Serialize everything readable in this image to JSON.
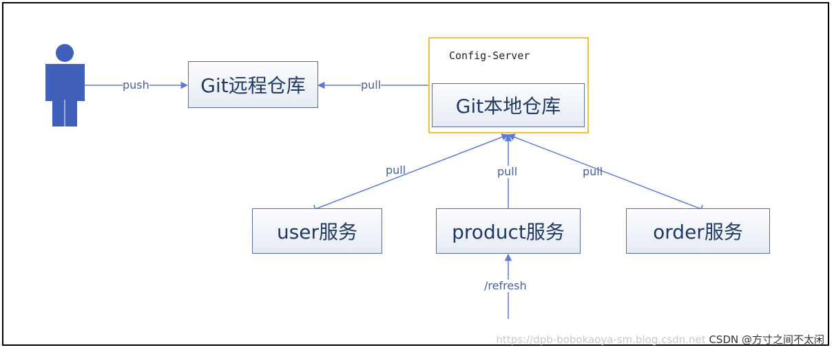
{
  "nodes": {
    "remote_repo": "Git远程仓库",
    "config_server": "Config-Server",
    "local_repo": "Git本地仓库",
    "user_service": "user服务",
    "product_service": "product服务",
    "order_service": "order服务"
  },
  "edges": {
    "push": "push",
    "pull_remote": "pull",
    "pull_user": "pull",
    "pull_product": "pull",
    "pull_order": "pull",
    "refresh": "/refresh"
  },
  "watermark": {
    "url": "https://dpb-bobokaoya-sm.blog.csdn.net",
    "author": "CSDN @方寸之间不太闲"
  },
  "colors": {
    "line": "#5b7bd5",
    "actor": "#3f5fb8",
    "box_border": "#5b6f95",
    "text": "#1f3864",
    "config_border": "#f0c040"
  },
  "icons": {
    "actor": "person-icon"
  }
}
